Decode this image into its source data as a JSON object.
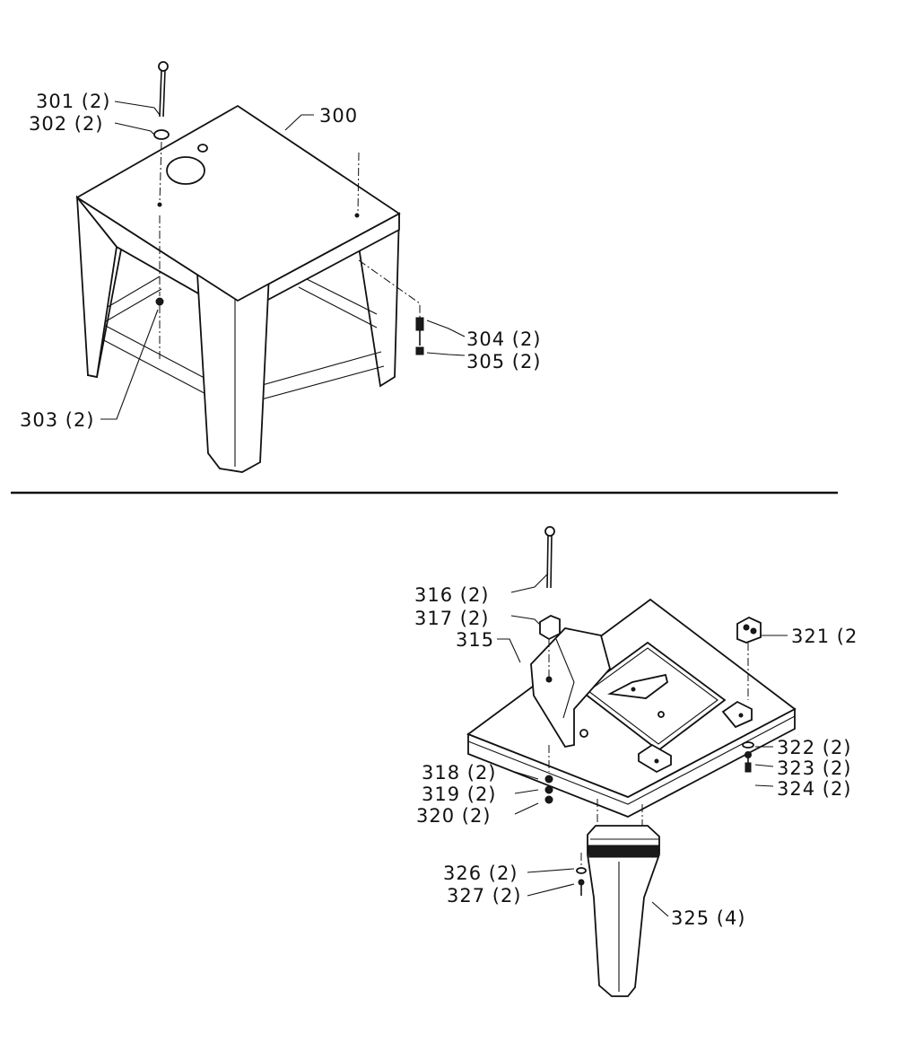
{
  "callouts": {
    "c300": "300",
    "c301": "301 (2)",
    "c302": "302 (2)",
    "c303": "303 (2)",
    "c304": "304 (2)",
    "c305": "305 (2)",
    "c315": "315",
    "c316": "316 (2)",
    "c317": "317 (2)",
    "c318": "318 (2)",
    "c319": "319 (2)",
    "c320": "320 (2)",
    "c321": "321 (2",
    "c322": "322 (2)",
    "c323": "323 (2)",
    "c324": "324 (2)",
    "c325": "325 (4)",
    "c326": "326 (2)",
    "c327": "327 (2)"
  }
}
